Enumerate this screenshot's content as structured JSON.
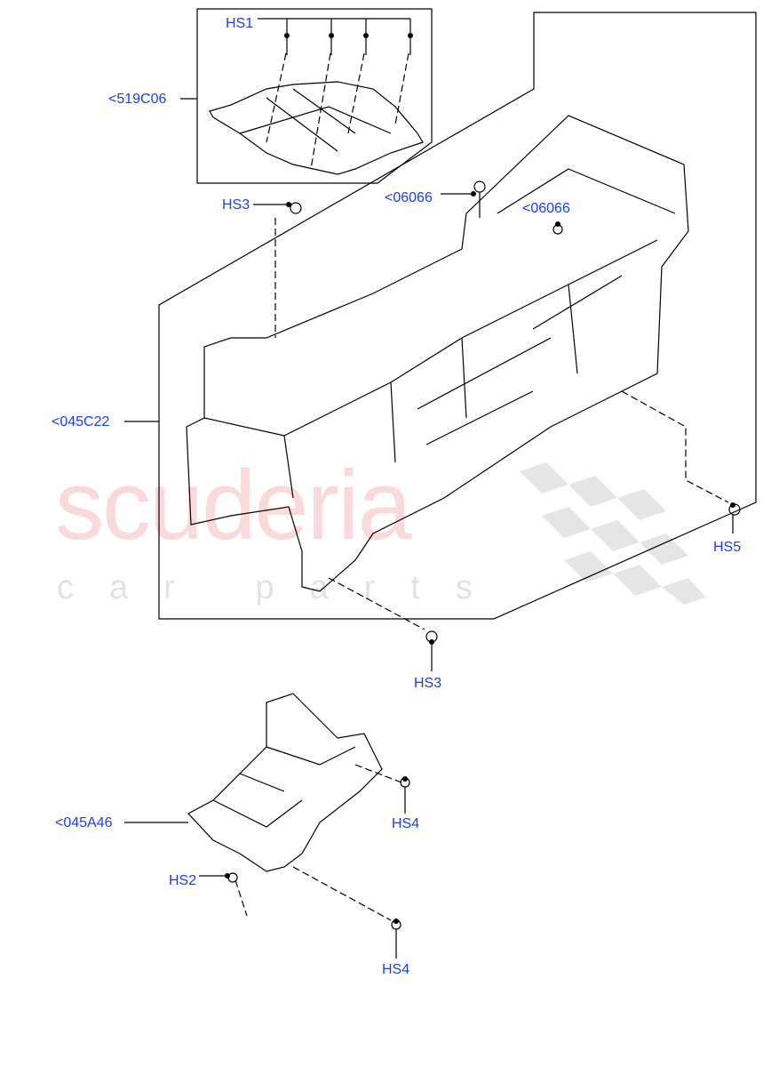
{
  "watermark": {
    "brand": "scuderia",
    "tagline": "car parts",
    "brand_color": "#eb7878"
  },
  "callouts": [
    {
      "id": "hs1",
      "text": "HS1"
    },
    {
      "id": "519c06",
      "text": "<519C06"
    },
    {
      "id": "hs3-top",
      "text": "HS3"
    },
    {
      "id": "06066-a",
      "text": "<06066"
    },
    {
      "id": "06066-b",
      "text": "<06066"
    },
    {
      "id": "045c22",
      "text": "<045C22"
    },
    {
      "id": "hs5",
      "text": "HS5"
    },
    {
      "id": "hs3-bottom",
      "text": "HS3"
    },
    {
      "id": "045a46",
      "text": "<045A46"
    },
    {
      "id": "hs4-a",
      "text": "HS4"
    },
    {
      "id": "hs2",
      "text": "HS2"
    },
    {
      "id": "hs4-b",
      "text": "HS4"
    }
  ],
  "colors": {
    "callout": "#1a3cff",
    "line": "#000000"
  }
}
